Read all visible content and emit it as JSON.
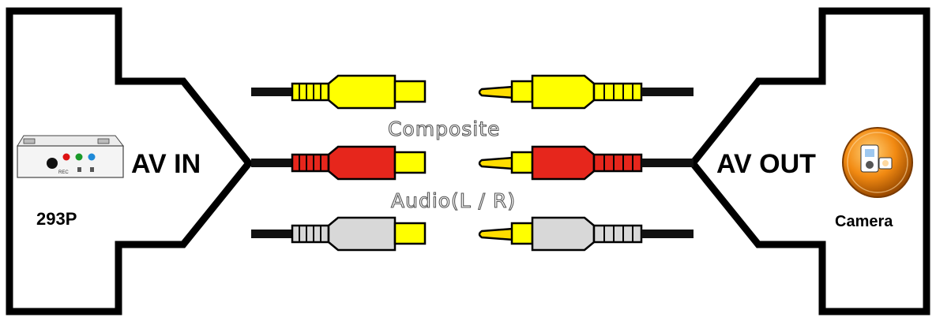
{
  "left_device": {
    "name": "293P",
    "port_label": "AV IN",
    "panel_labels": [
      "REC"
    ]
  },
  "right_device": {
    "name": "Camera",
    "port_label": "AV OUT"
  },
  "signals": {
    "video": "Composite",
    "audio": "Audio(L / R)"
  },
  "colors": {
    "yellow": "#ffff00",
    "red": "#e6261c",
    "white": "#d8d8d8",
    "tip": "#ffdd00",
    "camera_orange": "#f28a12",
    "outline": "#000000"
  },
  "cables": [
    {
      "color_name": "yellow",
      "signal": "video"
    },
    {
      "color_name": "red",
      "signal": "audio-right"
    },
    {
      "color_name": "white",
      "signal": "audio-left"
    }
  ],
  "icons": {
    "left": "av-input-panel-icon",
    "right": "camera-icon"
  }
}
